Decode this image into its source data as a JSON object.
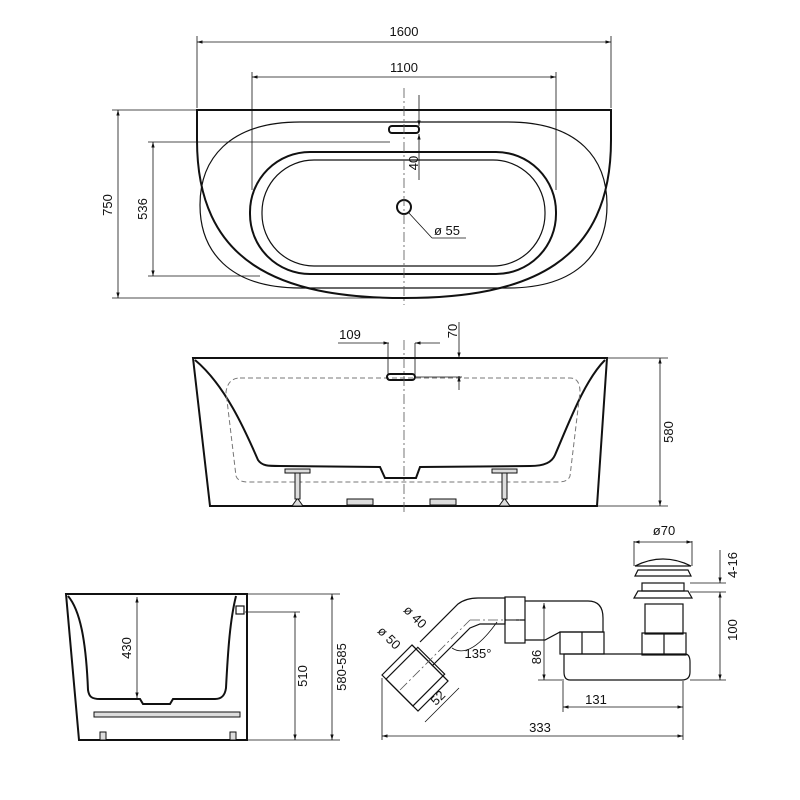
{
  "top_view": {
    "width": "1600",
    "bowl_length": "1100",
    "depth": "750",
    "bowl_width": "536",
    "overflow_offset": "40",
    "drain_diameter": "ø 55"
  },
  "side_view": {
    "overflow_width": "109",
    "overflow_depth": "70",
    "height": "580"
  },
  "end_view": {
    "inner_depth": "430",
    "rim_height": "510",
    "total_height": "580-585"
  },
  "siphon": {
    "pipe_diameter": "ø 40",
    "outlet_diameter": "ø 50",
    "angle": "135°",
    "outlet_length": "52",
    "trap_height": "86",
    "trap_length": "131",
    "total_length": "333",
    "plug_diameter": "ø70",
    "plug_lift": "4-16",
    "drain_height": "100"
  }
}
